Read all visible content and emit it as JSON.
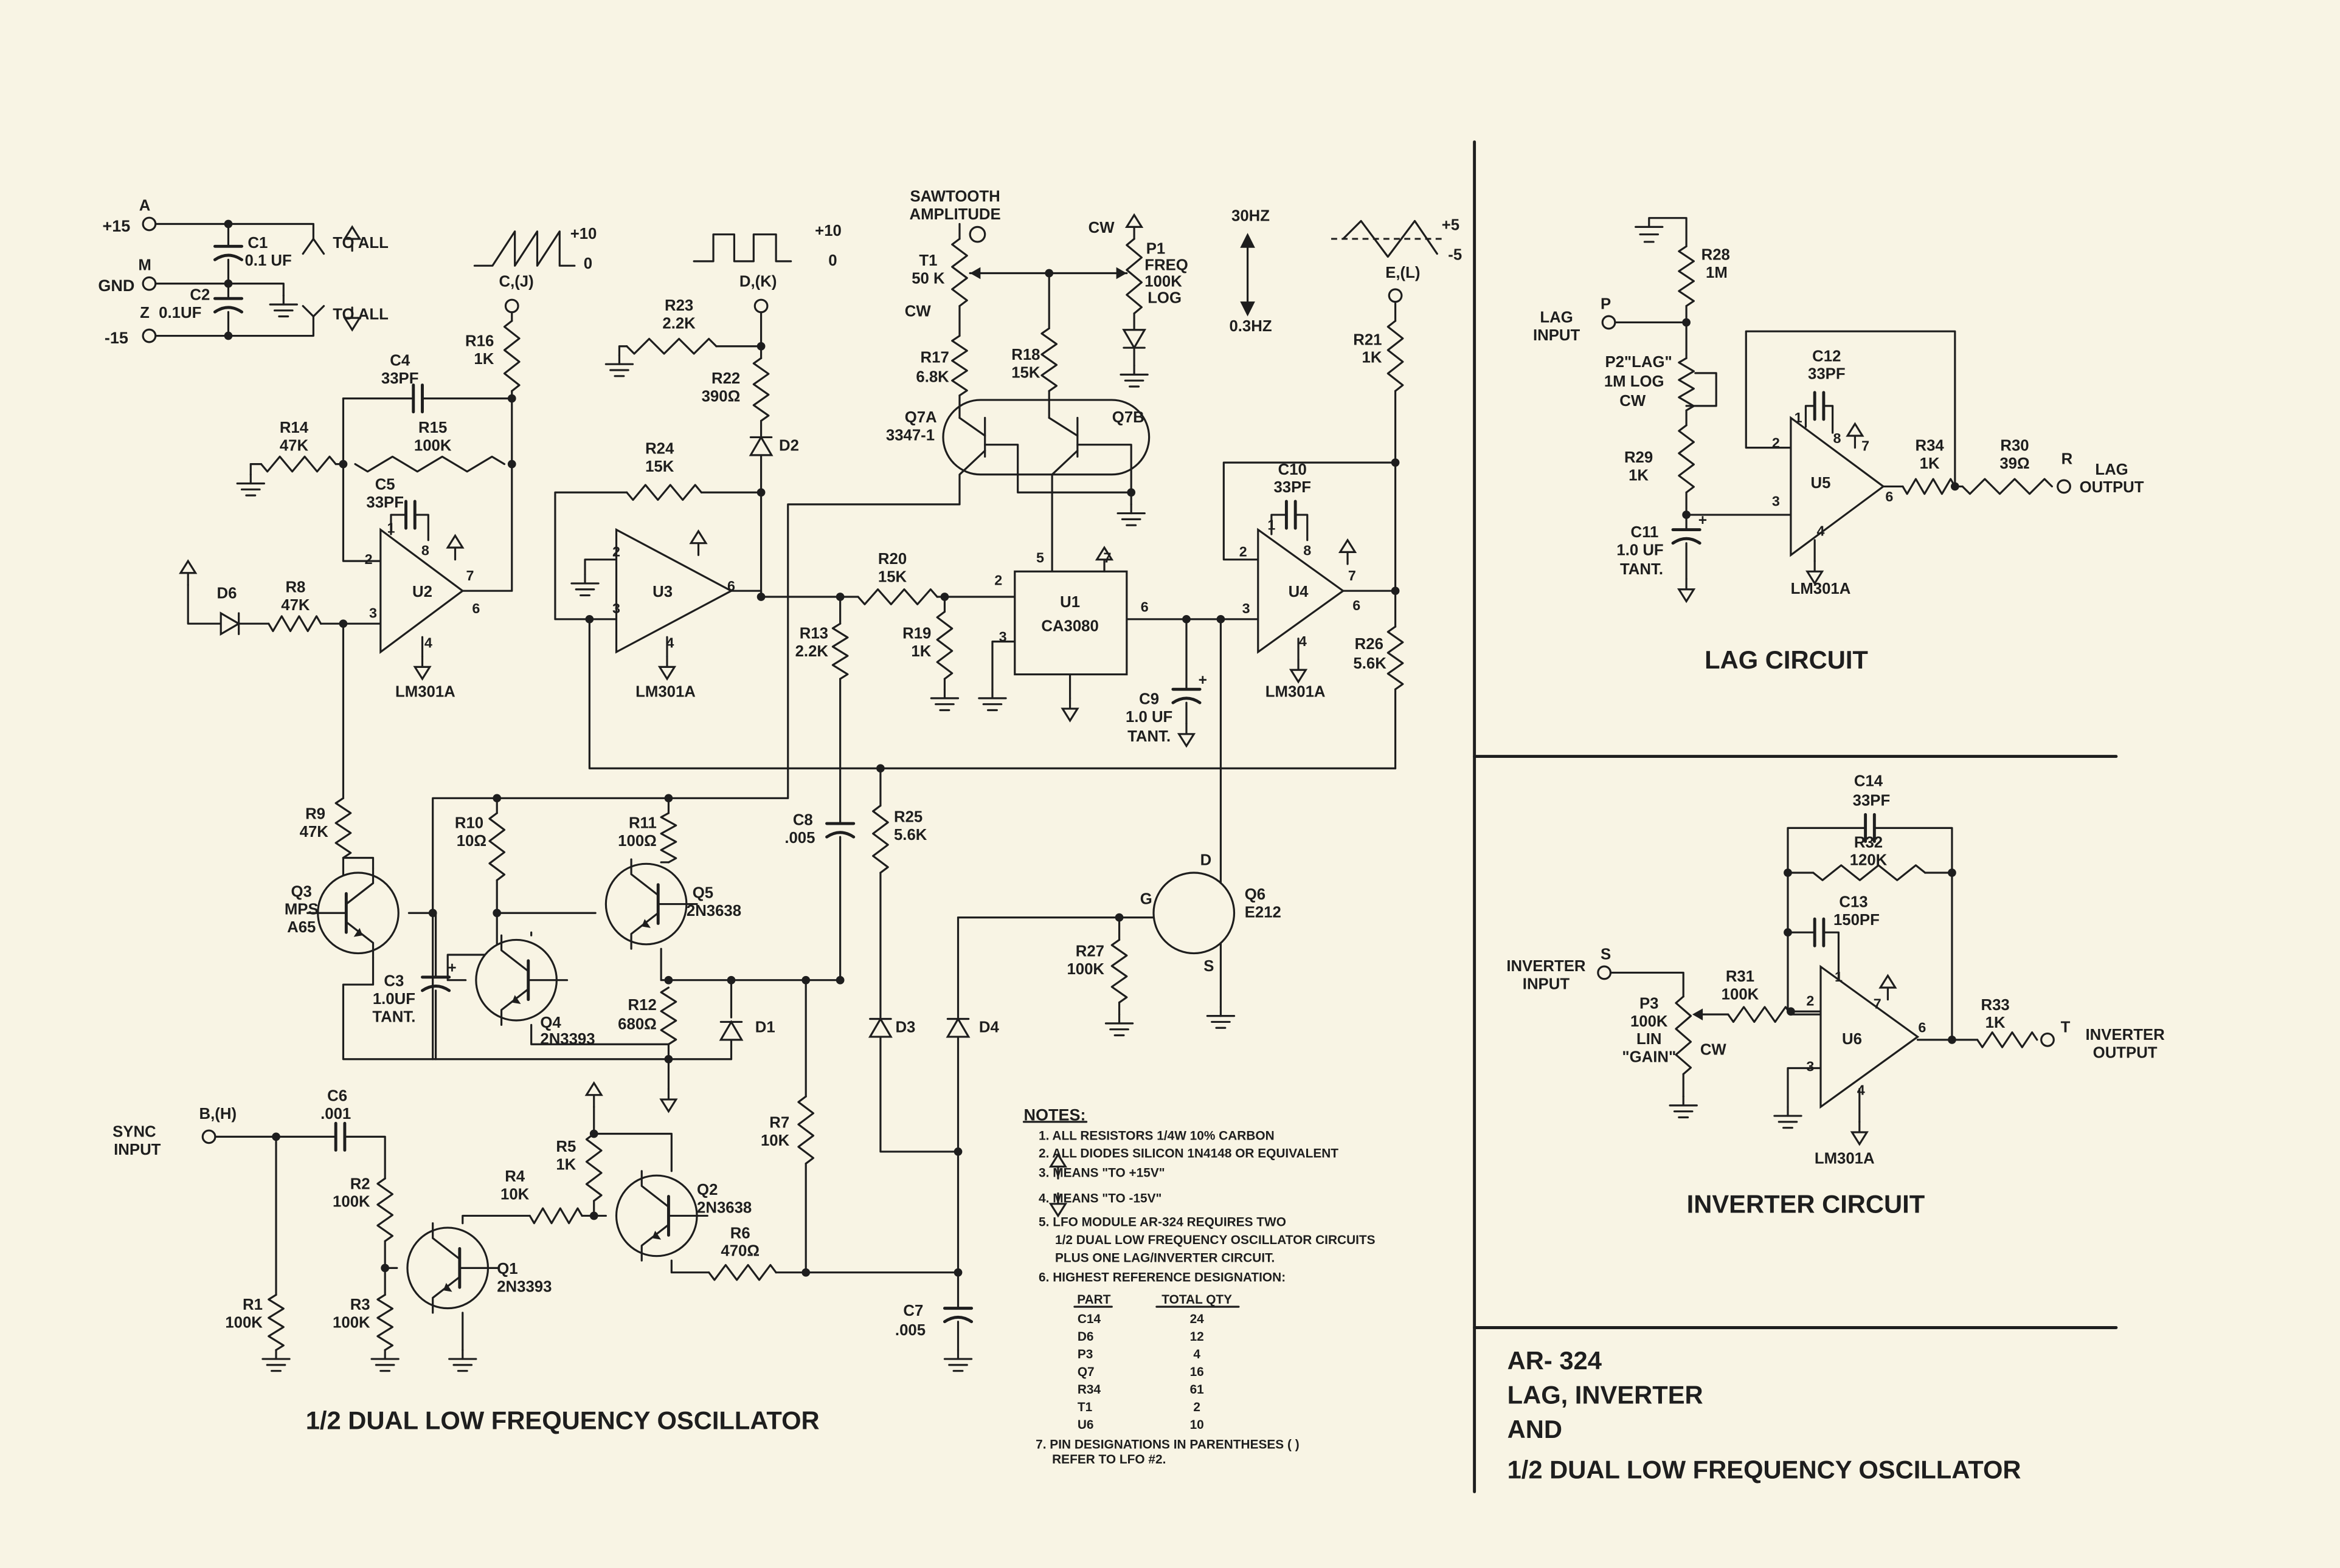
{
  "colors": {
    "paper": "#f8f4e4",
    "ink": "#1e1e1e"
  },
  "power": {
    "a": "A",
    "p15": "+15",
    "m": "M",
    "gnd": "GND",
    "z": "Z",
    "m15": "-15",
    "c1": "C1",
    "c1v": "0.1 UF",
    "c2": "C2",
    "c2v": "0.1UF",
    "to_all_pos": "TO ALL",
    "to_all_neg": "TO ALL"
  },
  "waveforms": {
    "c_plus": "+10",
    "c_zero": "0",
    "c_pin": "C,(J)",
    "d_plus": "+10",
    "d_zero": "0",
    "d_pin": "D,(K)",
    "e_plus": "+5",
    "e_minus": "-5",
    "e_pin": "E,(L)",
    "freq_hi": "30HZ",
    "freq_lo": "0.3HZ"
  },
  "lfo": {
    "R16": [
      "R16",
      "1K"
    ],
    "C4": [
      "C4",
      "33PF"
    ],
    "R14": [
      "R14",
      "47K"
    ],
    "R15": [
      "R15",
      "100K"
    ],
    "C5": [
      "C5",
      "33PF"
    ],
    "U2": [
      "U2",
      "LM301A"
    ],
    "U2pins": [
      "2",
      "3",
      "8",
      "1",
      "7",
      "6",
      "4"
    ],
    "D6": [
      "D6"
    ],
    "R8": [
      "R8",
      "47K"
    ],
    "R23": [
      "R23",
      "2.2K"
    ],
    "R22": [
      "R22",
      "390Ω"
    ],
    "D2": [
      "D2"
    ],
    "R24": [
      "R24",
      "15K"
    ],
    "U3": [
      "U3",
      "LM301A"
    ],
    "U3pins": [
      "2",
      "3",
      "6",
      "4"
    ],
    "R20": [
      "R20",
      "15K"
    ],
    "R19": [
      "R19",
      "1K"
    ],
    "R13": [
      "R13",
      "2.2K"
    ],
    "U1": [
      "U1",
      "CA3080"
    ],
    "U1pins": [
      "2",
      "3",
      "5",
      "7",
      "6"
    ],
    "T1": [
      "SAWTOOTH",
      "AMPLITUDE",
      "T1",
      "50 K",
      "CW"
    ],
    "R17": [
      "R17",
      "6.8K"
    ],
    "R18": [
      "R18",
      "15K"
    ],
    "P1": [
      "CW",
      "P1",
      "FREQ",
      "100K",
      "LOG"
    ],
    "Q7": [
      "Q7A",
      "3347-1",
      "Q7B"
    ],
    "R21": [
      "R21",
      "1K"
    ],
    "C10": [
      "C10",
      "33PF"
    ],
    "U4": [
      "U4",
      "LM301A"
    ],
    "U4pins": [
      "2",
      "3",
      "8",
      "1",
      "7",
      "6",
      "4"
    ],
    "R26": [
      "R26",
      "5.6K"
    ],
    "C9": [
      "C9",
      "1.0 UF",
      "TANT."
    ],
    "R9": [
      "R9",
      "47K"
    ],
    "Q3": [
      "Q3",
      "MPS",
      "A65"
    ],
    "R10": [
      "R10",
      "10Ω"
    ],
    "R11": [
      "R11",
      "100Ω"
    ],
    "Q5": [
      "Q5",
      "2N3638"
    ],
    "Q4": [
      "Q4",
      "2N3393"
    ],
    "C3": [
      "C3",
      "1.0UF",
      "TANT."
    ],
    "R12": [
      "R12",
      "680Ω"
    ],
    "D1": [
      "D1"
    ],
    "C8": [
      "C8",
      ".005"
    ],
    "R25": [
      "R25",
      "5.6K"
    ],
    "D3": [
      "D3"
    ],
    "D4": [
      "D4"
    ],
    "Q6": [
      "Q6",
      "E212",
      "D",
      "G",
      "S"
    ],
    "R27": [
      "R27",
      "100K"
    ],
    "sync": [
      "SYNC",
      "INPUT",
      "B,(H)"
    ],
    "C6": [
      "C6",
      ".001"
    ],
    "R2": [
      "R2",
      "100K"
    ],
    "R1": [
      "R1",
      "100K"
    ],
    "R3": [
      "R3",
      "100K"
    ],
    "Q1": [
      "Q1",
      "2N3393"
    ],
    "R4": [
      "R4",
      "10K"
    ],
    "R5": [
      "R5",
      "1K"
    ],
    "Q2": [
      "Q2",
      "2N3638"
    ],
    "R6": [
      "R6",
      "470Ω"
    ],
    "R7": [
      "R7",
      "10K"
    ],
    "C7": [
      "C7",
      ".005"
    ],
    "title": "1/2 DUAL LOW FREQUENCY OSCILLATOR"
  },
  "lag": {
    "R28": [
      "R28",
      "1M"
    ],
    "input": [
      "LAG",
      "INPUT",
      "P"
    ],
    "P2": [
      "P2\"LAG\"",
      "1M LOG",
      "CW"
    ],
    "R29": [
      "R29",
      "1K"
    ],
    "C11": [
      "C11",
      "1.0 UF",
      "TANT."
    ],
    "C12": [
      "C12",
      "33PF"
    ],
    "U5": [
      "U5",
      "LM301A"
    ],
    "U5pins": [
      "2",
      "8",
      "1",
      "7",
      "3",
      "6",
      "4"
    ],
    "R34": [
      "R34",
      "1K"
    ],
    "R30": [
      "R30",
      "39Ω"
    ],
    "output": [
      "R",
      "LAG",
      "OUTPUT"
    ],
    "title": "LAG CIRCUIT"
  },
  "inverter": {
    "C14": [
      "C14",
      "33PF"
    ],
    "R32": [
      "R32",
      "120K"
    ],
    "C13": [
      "C13",
      "150PF"
    ],
    "input": [
      "INVERTER",
      "INPUT",
      "S"
    ],
    "P3": [
      "P3",
      "100K",
      "LIN",
      "\"GAIN\"",
      "CW"
    ],
    "R31": [
      "R31",
      "100K"
    ],
    "U6": [
      "U6",
      "LM301A"
    ],
    "U6pins": [
      "1",
      "7",
      "2",
      "3",
      "6",
      "4"
    ],
    "R33": [
      "R33",
      "1K"
    ],
    "output": [
      "T",
      "INVERTER",
      "OUTPUT"
    ],
    "title": "INVERTER CIRCUIT"
  },
  "notes": {
    "heading": "NOTES:",
    "items": [
      "1. ALL RESISTORS 1/4W 10% CARBON",
      "2. ALL DIODES SILICON 1N4148 OR EQUIVALENT",
      "3.      MEANS \"TO +15V\"",
      "4.      MEANS \"TO -15V\"",
      "5. LFO MODULE AR-324 REQUIRES TWO",
      "1/2 DUAL LOW FREQUENCY OSCILLATOR CIRCUITS",
      "PLUS ONE LAG/INVERTER CIRCUIT.",
      "6. HIGHEST REFERENCE DESIGNATION:"
    ],
    "table_headers": [
      "PART",
      "TOTAL QTY"
    ],
    "table": [
      [
        "C14",
        "24"
      ],
      [
        "D6",
        "12"
      ],
      [
        "P3",
        "4"
      ],
      [
        "Q7",
        "16"
      ],
      [
        "R34",
        "61"
      ],
      [
        "T1",
        "2"
      ],
      [
        "U6",
        "10"
      ]
    ],
    "note7": [
      "7. PIN DESIGNATIONS IN PARENTHESES ( )",
      "REFER TO LFO #2."
    ]
  },
  "title_block": [
    "AR- 324",
    "LAG, INVERTER",
    "AND",
    "1/2 DUAL LOW FREQUENCY OSCILLATOR"
  ]
}
